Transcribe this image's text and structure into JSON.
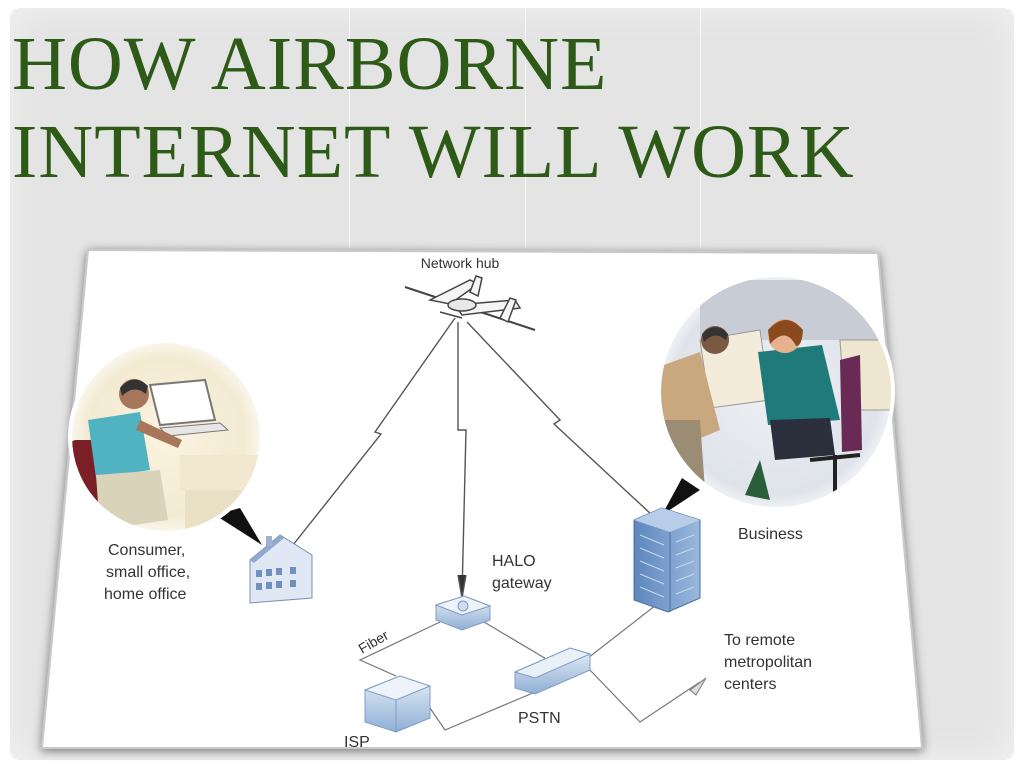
{
  "title": {
    "line1": "HOW AIRBORNE",
    "line2": "INTERNET WILL WORK"
  },
  "diagram": {
    "network_hub": "Network hub",
    "consumer": [
      "Consumer,",
      "small office,",
      "home office"
    ],
    "halo": [
      "HALO",
      "gateway"
    ],
    "business": "Business",
    "fiber": "Fiber",
    "pstn": "PSTN",
    "isp": "ISP",
    "remote": [
      "To remote",
      "metropolitan",
      "centers"
    ]
  },
  "colors": {
    "title": "#2d5a16",
    "building": "#6f95c9",
    "panel": "#e4e4e4"
  }
}
